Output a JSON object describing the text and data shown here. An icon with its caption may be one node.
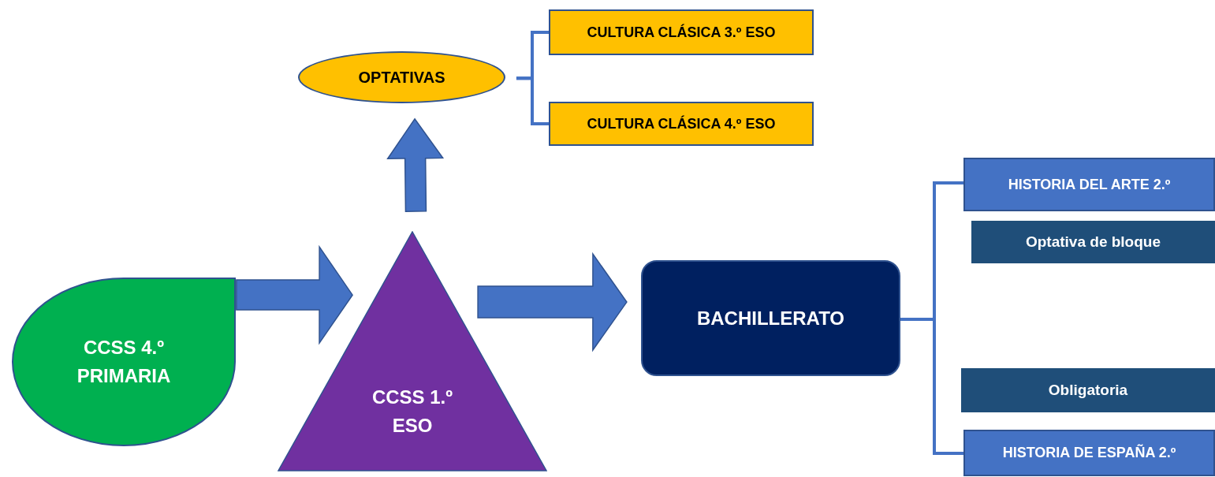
{
  "diagram": {
    "nodes": [
      {
        "text": [
          "CCSS 4.º PRIMARIA"
        ]
      },
      {
        "text": [
          "CCSS 1.º ESO"
        ]
      },
      {
        "text": [
          "OPTATIVAS"
        ]
      },
      {
        "text": [
          "CULTURA CLÁSICA 3.º ESO"
        ]
      },
      {
        "text": [
          "CULTURA CLÁSICA 4.º ESO"
        ]
      },
      {
        "text": [
          "BACHILLERATO"
        ]
      },
      {
        "text": [
          "HISTORIA DEL ARTE 2.º"
        ]
      },
      {
        "text": [
          "Optativa de bloque"
        ]
      },
      {
        "text": [
          "Obligatoria"
        ]
      },
      {
        "text": [
          "HISTORIA DE ESPAÑA 2.º"
        ]
      }
    ],
    "edges": [
      {
        "from": 0,
        "to": 1,
        "arrow": "to",
        "style": "thick"
      },
      {
        "from": 1,
        "to": 2,
        "arrow": "to",
        "style": "thick"
      },
      {
        "from": 1,
        "to": 5,
        "arrow": "to",
        "style": "thick"
      },
      {
        "from": 2,
        "to": 3,
        "arrow": "none"
      },
      {
        "from": 2,
        "to": 4,
        "arrow": "none"
      },
      {
        "from": 5,
        "to": 6,
        "arrow": "none"
      },
      {
        "from": 5,
        "to": 9,
        "arrow": "none"
      }
    ]
  }
}
